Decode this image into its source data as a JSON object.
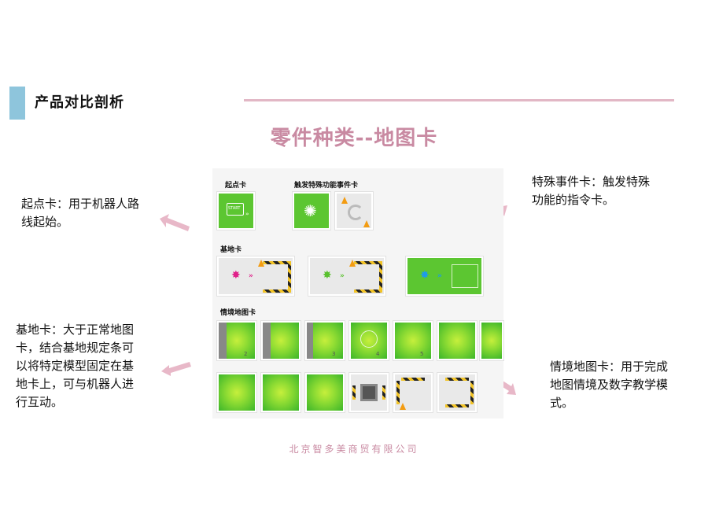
{
  "header": {
    "title": "产品对比剖析"
  },
  "main_title": "零件种类--地图卡",
  "panel": {
    "start_label": "起点卡",
    "trigger_label": "触发特殊功能事件卡",
    "base_label": "基地卡",
    "scene_label": "情境地图卡",
    "start_card_text": "START",
    "scene_numbers": [
      "2",
      "3",
      "4",
      "5"
    ]
  },
  "notes": {
    "start": "起点卡：用于机器人路线起始。",
    "special": "特殊事件卡：触发特殊功能的指令卡。",
    "base": "基地卡：大于正常地图卡，结合基地规定条可以将特定模型固定在基地卡上，可与机器人进行互动。",
    "scene": "情境地图卡：用于完成地图情境及数字教学模式。"
  },
  "footer": "北京智多美商贸有限公司",
  "colors": {
    "accent_pink": "#c98aa2",
    "header_bar": "#8ec5dc",
    "arrow": "#e8b8c8",
    "card_green": "#5cc631"
  }
}
